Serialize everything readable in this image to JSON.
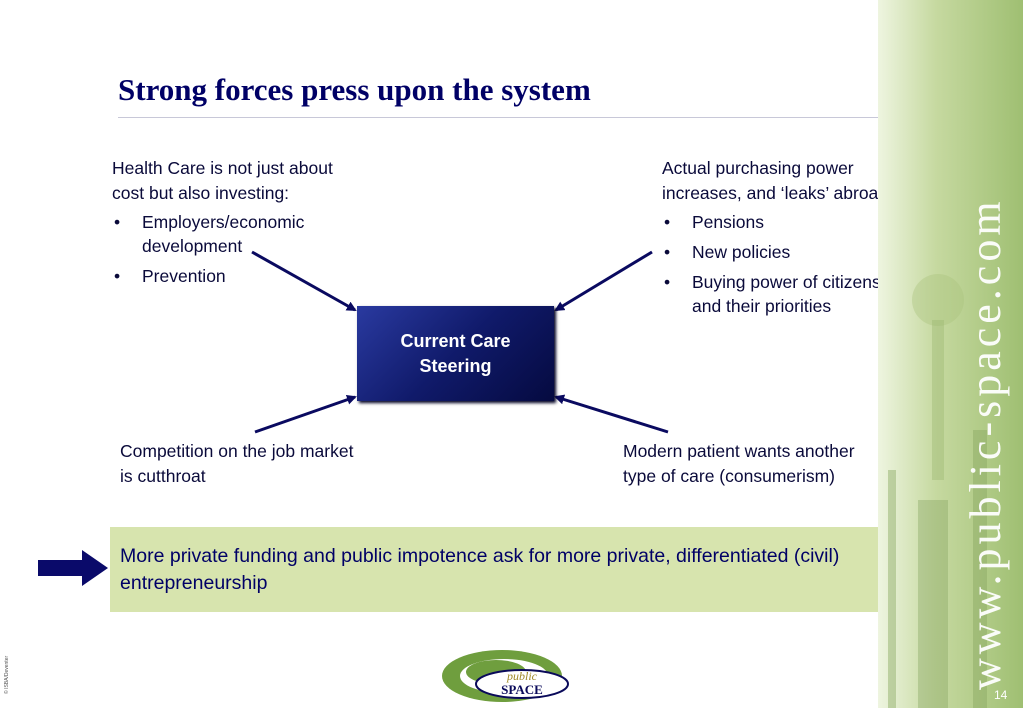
{
  "title": "Strong forces press upon the system",
  "center_box": {
    "line1": "Current Care",
    "line2": "Steering"
  },
  "top_left": {
    "intro": "Health Care is not just about cost but also investing:",
    "bullet_glyph": "•",
    "bullets": [
      "Employers/economic development",
      "Prevention"
    ]
  },
  "top_right": {
    "intro": "Actual purchasing power increases, and ‘leaks’ abroad:",
    "bullet_glyph": "•",
    "bullets": [
      "Pensions",
      "New policies",
      "Buying power of citizens and their priorities"
    ]
  },
  "bottom_left": {
    "text": "Competition on the job market is cutthroat"
  },
  "bottom_right": {
    "text": "Modern patient wants another type of care (consumerism)"
  },
  "conclusion": "More private funding and public impotence ask for more private, differentiated (civil) entrepreneurship",
  "side_decoration": {
    "url": "www.public-space.com"
  },
  "logo": {
    "line1": "public",
    "line2": "SPACE"
  },
  "footer": {
    "copyright": "© ISBA/Deventer",
    "page_number": "14"
  },
  "colors": {
    "title": "#000066",
    "box_dark": "#050a40",
    "box_light": "#2a3aa0",
    "banner_bg": "#d7e4ae",
    "arrow": "#0a0a60",
    "logo_green": "#7aa84a"
  }
}
